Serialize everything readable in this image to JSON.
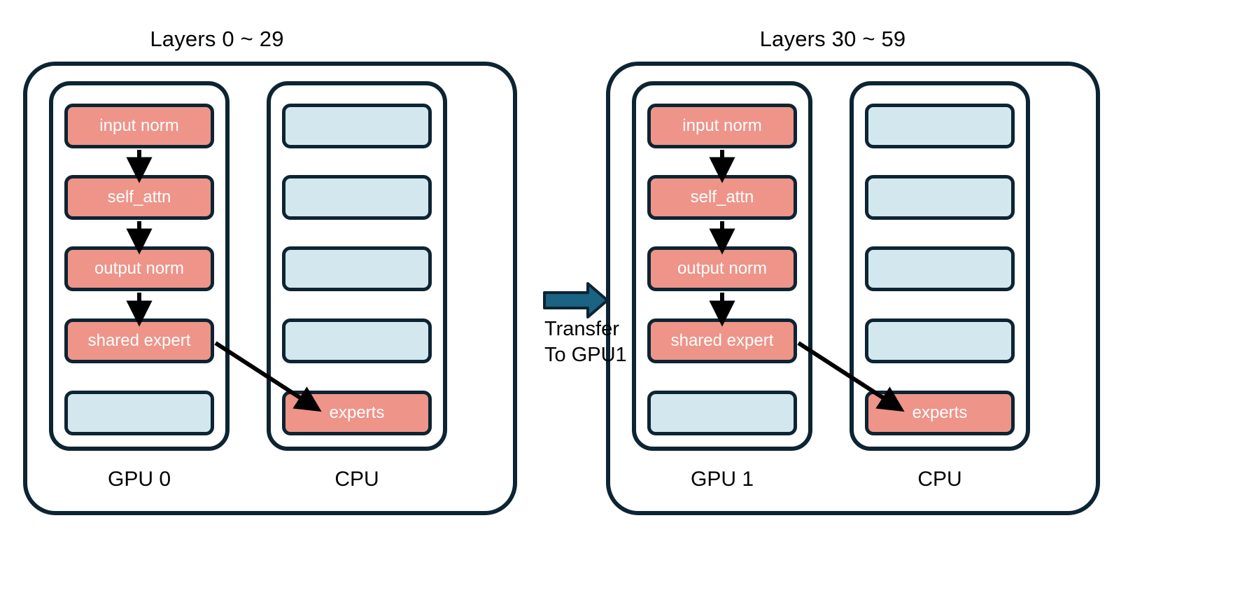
{
  "figure": {
    "background": "#ffffff",
    "colors": {
      "outline": "#0d2432",
      "active_block": "#ee9489",
      "idle_block": "#d3e8ee",
      "transfer_arrow": "#1a6383",
      "flow_arrow": "#000000",
      "text_on_block": "#ffffff",
      "text": "#000000"
    }
  },
  "groups": [
    {
      "title": "Layers 0 ~ 29",
      "device_label": "GPU 0",
      "host_label": "CPU",
      "gpu_blocks": [
        {
          "label": "input norm",
          "state": "active"
        },
        {
          "label": "self_attn",
          "state": "active"
        },
        {
          "label": "output norm",
          "state": "active"
        },
        {
          "label": "shared expert",
          "state": "active"
        },
        {
          "label": "",
          "state": "idle"
        }
      ],
      "cpu_blocks": [
        {
          "label": "",
          "state": "idle"
        },
        {
          "label": "",
          "state": "idle"
        },
        {
          "label": "",
          "state": "idle"
        },
        {
          "label": "",
          "state": "idle"
        },
        {
          "label": "experts",
          "state": "active"
        }
      ]
    },
    {
      "title": "Layers 30 ~ 59",
      "device_label": "GPU 1",
      "host_label": "CPU",
      "gpu_blocks": [
        {
          "label": "input norm",
          "state": "active"
        },
        {
          "label": "self_attn",
          "state": "active"
        },
        {
          "label": "output norm",
          "state": "active"
        },
        {
          "label": "shared expert",
          "state": "active"
        },
        {
          "label": "",
          "state": "idle"
        }
      ],
      "cpu_blocks": [
        {
          "label": "",
          "state": "idle"
        },
        {
          "label": "",
          "state": "idle"
        },
        {
          "label": "",
          "state": "idle"
        },
        {
          "label": "",
          "state": "idle"
        },
        {
          "label": "experts",
          "state": "active"
        }
      ]
    }
  ],
  "transfer": {
    "line1": "Transfer",
    "line2": "To GPU1"
  }
}
